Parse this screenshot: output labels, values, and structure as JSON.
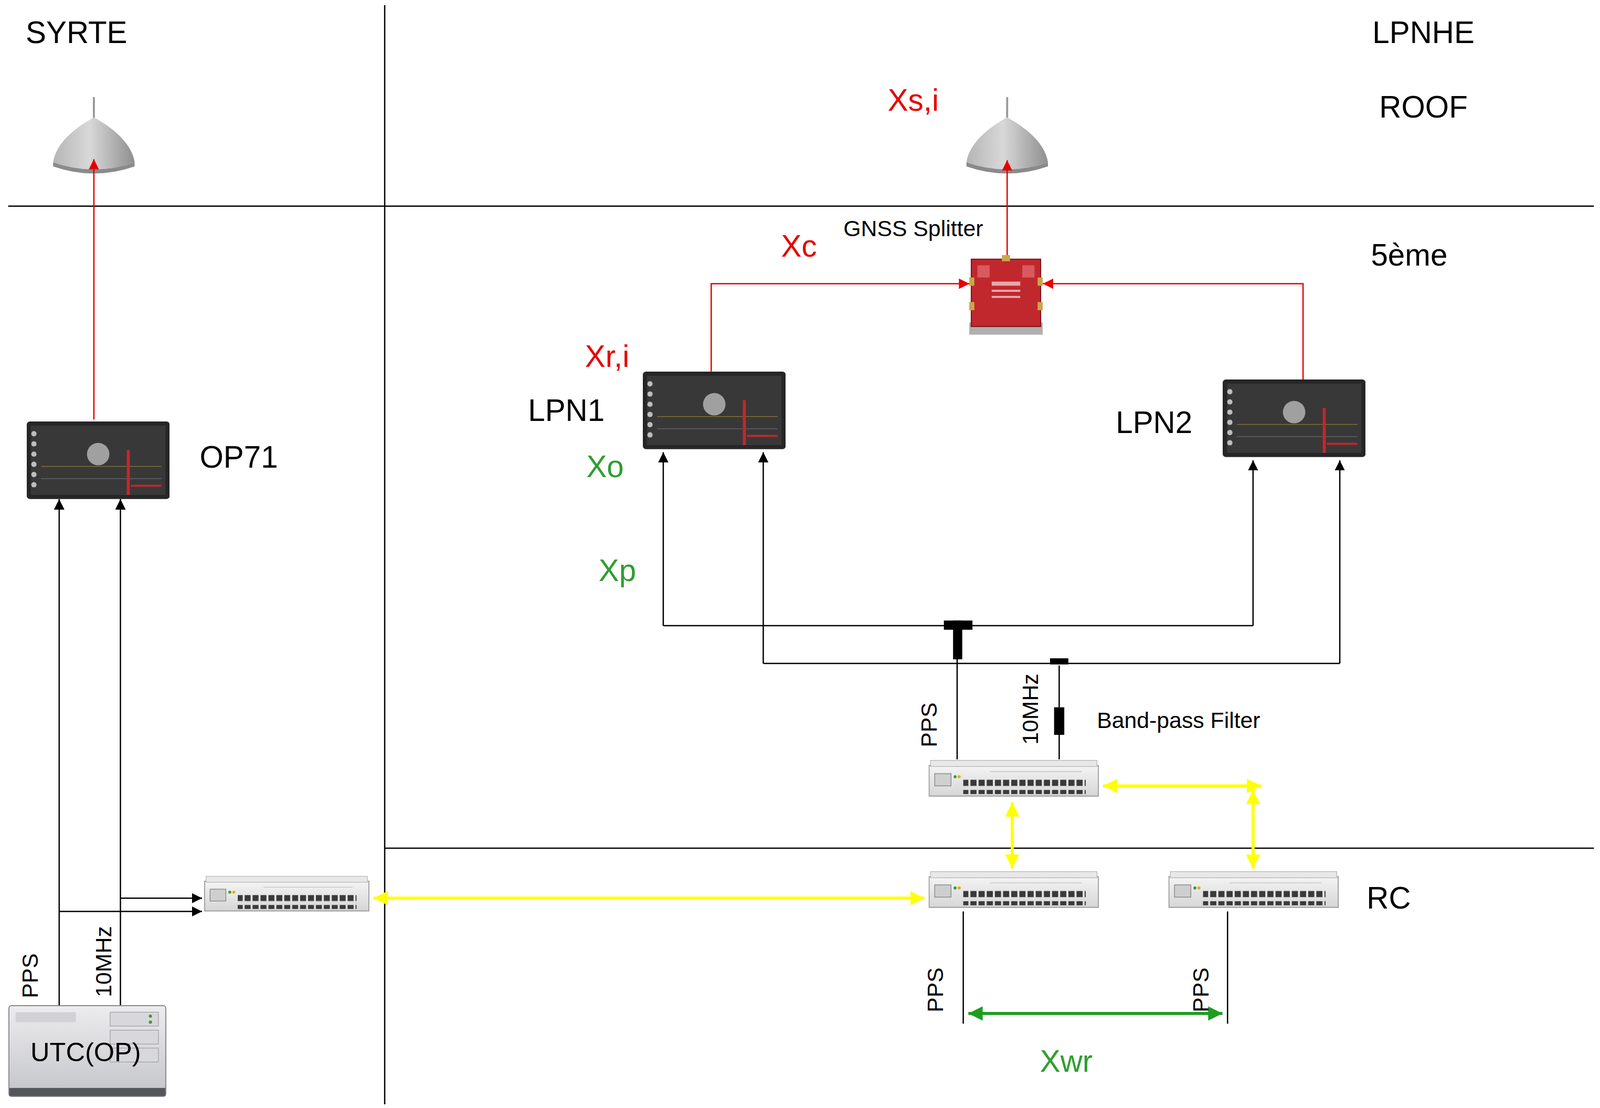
{
  "diagram": {
    "nodes": [
      {
        "text": [
          "GNSS Splitter"
        ]
      },
      {
        "text": [
          "LPN1"
        ]
      },
      {
        "text": [
          "LPN2"
        ]
      },
      {
        "text": [
          "OP71"
        ]
      },
      {
        "text": [
          "UTC(OP)"
        ]
      }
    ],
    "edges": [
      {
        "from": 4,
        "to": 3,
        "arrow": "to"
      },
      {
        "from": 4,
        "to": 3,
        "arrow": "to"
      },
      {
        "from": 1,
        "to": 0,
        "arrow": "to"
      },
      {
        "from": 2,
        "to": 0,
        "arrow": "to"
      }
    ],
    "labels": [
      "SYRTE",
      "LPNHE",
      "ROOF",
      "5ème",
      "RC",
      "Xs,i",
      "Xc",
      "Xr,i",
      "Xo",
      "Xp",
      "PPS",
      "10MHz",
      "Band-pass Filter",
      "PPS",
      "PPS",
      "Xwr",
      "PPS",
      "10MHz"
    ]
  }
}
